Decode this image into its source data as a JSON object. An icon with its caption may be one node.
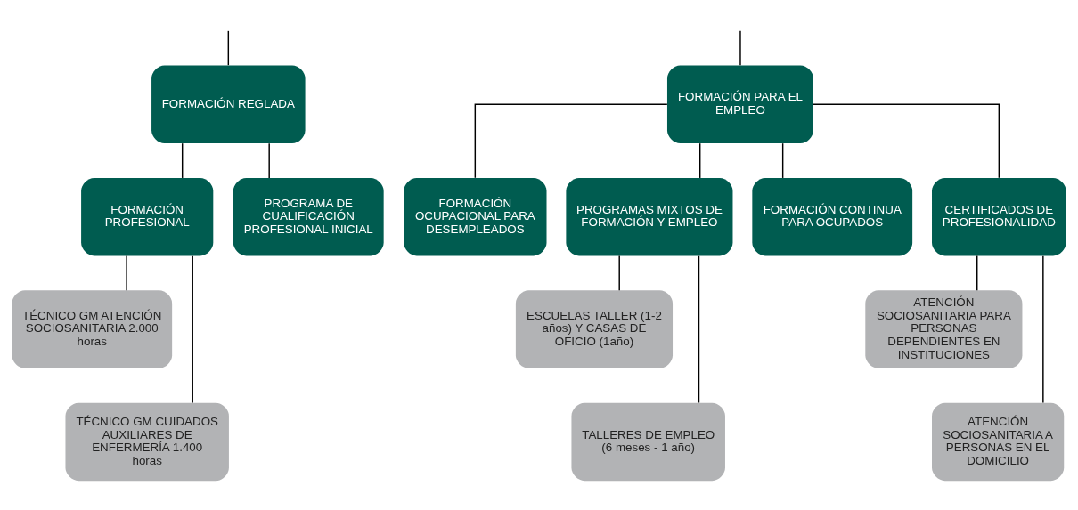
{
  "diagram": {
    "nodes": [
      {
        "text": [
          "FORMACIÓN REGLADA"
        ]
      },
      {
        "text": [
          "FORMACIÓN PARA EL EMPLEO"
        ]
      },
      {
        "text": [
          "FORMACIÓN PROFESIONAL"
        ]
      },
      {
        "text": [
          "PROGRAMA DE CUALIFICACIÓN PROFESIONAL INICIAL"
        ]
      },
      {
        "text": [
          "FORMACIÓN OCUPACIONAL PARA DESEMPLEADOS"
        ]
      },
      {
        "text": [
          "PROGRAMAS MIXTOS DE FORMACIÓN Y EMPLEO"
        ]
      },
      {
        "text": [
          "FORMACIÓN CONTINUA PARA OCUPADOS"
        ]
      },
      {
        "text": [
          "CERTIFICADOS DE PROFESIONALIDAD"
        ]
      },
      {
        "text": [
          "TÉCNICO GM ATENCIÓN SOCIOSANITARIA 2.000 horas"
        ]
      },
      {
        "text": [
          "TÉCNICO GM CUIDADOS AUXILIARES DE ENFERMERÍA 1.400 horas"
        ]
      },
      {
        "text": [
          "ESCUELAS TALLER (1-2 años) Y CASAS DE OFICIO (1año)"
        ]
      },
      {
        "text": [
          "TALLERES DE EMPLEO (6 meses - 1 año)"
        ]
      },
      {
        "text": [
          "ATENCIÓN SOCIOSANITARIA PARA PERSONAS DEPENDIENTES EN INSTITUCIONES"
        ]
      },
      {
        "text": [
          "ATENCIÓN SOCIOSANITARIA A PERSONAS EN EL DOMICILIO"
        ]
      }
    ],
    "edges": [
      {
        "from": null,
        "to": 0,
        "arrow": "none"
      },
      {
        "from": null,
        "to": 1,
        "arrow": "none"
      },
      {
        "from": 0,
        "to": 2,
        "arrow": "none"
      },
      {
        "from": 0,
        "to": 3,
        "arrow": "none"
      },
      {
        "from": 1,
        "to": 4,
        "arrow": "none"
      },
      {
        "from": 1,
        "to": 5,
        "arrow": "none"
      },
      {
        "from": 1,
        "to": 6,
        "arrow": "none"
      },
      {
        "from": 1,
        "to": 7,
        "arrow": "none"
      },
      {
        "from": 2,
        "to": 8,
        "arrow": "none"
      },
      {
        "from": 2,
        "to": 9,
        "arrow": "none"
      },
      {
        "from": 5,
        "to": 10,
        "arrow": "none"
      },
      {
        "from": 5,
        "to": 11,
        "arrow": "none"
      },
      {
        "from": 7,
        "to": 12,
        "arrow": "none"
      },
      {
        "from": 7,
        "to": 13,
        "arrow": "none"
      }
    ]
  }
}
